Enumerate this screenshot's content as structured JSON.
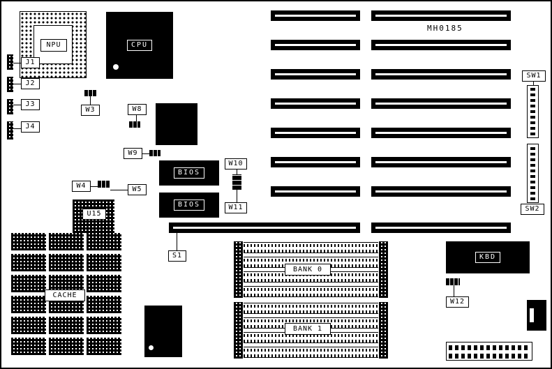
{
  "board": {
    "id_label": "MH0185",
    "colors": {
      "ink": "#000000",
      "background": "#ffffff"
    },
    "chips": {
      "npu": "NPU",
      "cpu": "CPU",
      "bios_top": "BIOS",
      "bios_bottom": "BIOS",
      "u15": "U15",
      "cache": "CACHE",
      "kbd": "KBD"
    },
    "memory": {
      "bank0": "BANK 0",
      "bank1": "BANK 1"
    },
    "jumpers": {
      "j1": "J1",
      "j2": "J2",
      "j3": "J3",
      "j4": "J4",
      "w3": "W3",
      "w4": "W4",
      "w5": "W5",
      "w8": "W8",
      "w9": "W9",
      "w10": "W10",
      "w11": "W11",
      "w12": "W12"
    },
    "switches": {
      "sw1": "SW1",
      "sw2": "SW2"
    },
    "slots": {
      "s1": "S1"
    }
  }
}
